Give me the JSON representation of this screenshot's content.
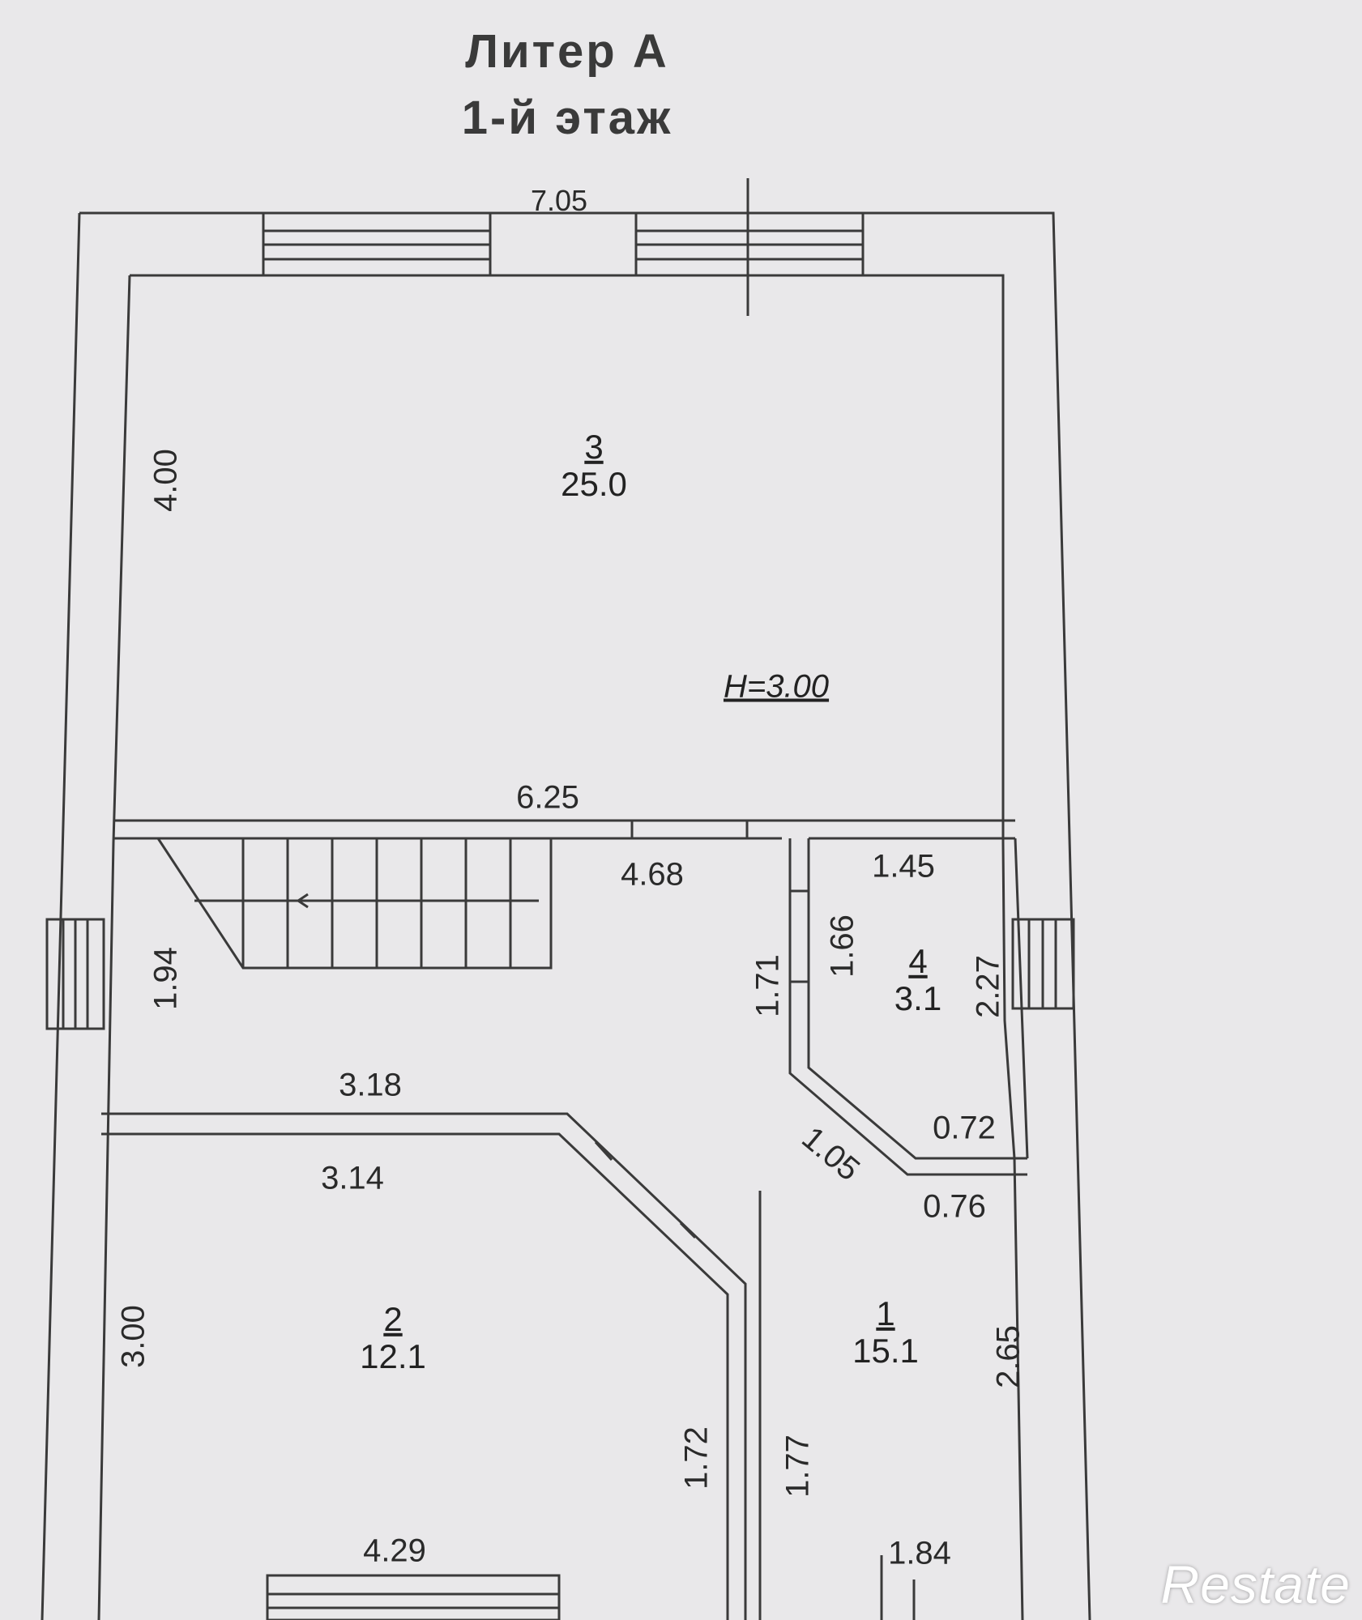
{
  "title": {
    "line1": "Литер А",
    "line2": "1-й  этаж"
  },
  "height_label": "H=3.00",
  "rooms": [
    {
      "number": "3",
      "area": "25.0"
    },
    {
      "number": "2",
      "area": "12.1"
    },
    {
      "number": "1",
      "area": "15.1"
    },
    {
      "number": "4",
      "area": "3.1"
    }
  ],
  "dimensions": {
    "top_overall": "7.05",
    "room3_height": "4.00",
    "room3_width": "6.25",
    "hall_width": "4.68",
    "hall_height": "1.94",
    "hall_bottom": "3.18",
    "hall_partition": "1.71",
    "room4_top": "1.45",
    "room4_left": "1.66",
    "room4_right": "2.27",
    "room4_bottom": "0.72",
    "diagonal": "1.05",
    "room1_top": "0.76",
    "room2_top": "3.14",
    "room2_left": "3.00",
    "room2_right": "1.72",
    "room2_bottom": "4.29",
    "room1_left": "1.77",
    "room1_right": "2.65",
    "room1_bottom": "1.84"
  },
  "watermark": "Restate",
  "colors": {
    "paper": "#e9e8ea",
    "line": "#3a3a3a",
    "logo": "#ffffff"
  }
}
